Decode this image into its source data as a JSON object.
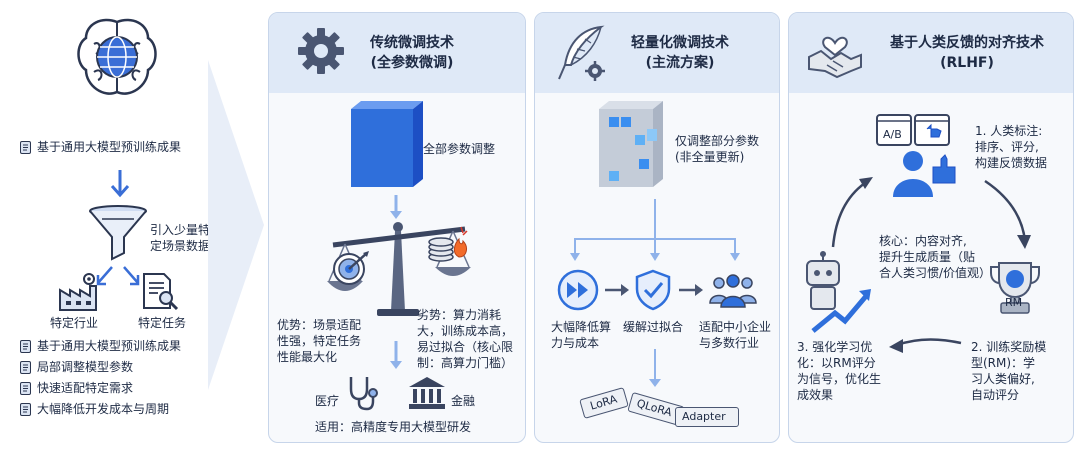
{
  "left": {
    "pretrain": "基于通用大模型预训练成果",
    "funnel_note": [
      "引入少量特",
      "定场景数据"
    ],
    "industry": "特定行业",
    "task": "特定任务",
    "bullets": [
      "基于通用大模型预训练成果",
      "局部调整模型参数",
      "快速适配特定需求",
      "大幅降低开发成本与周期"
    ]
  },
  "panel1": {
    "title": [
      "传统微调技术",
      "(全参数微调)"
    ],
    "cube_label": "全部参数调整",
    "adv": [
      "优势：场景适配",
      "性强，特定任务",
      "性能最大化"
    ],
    "dis": [
      "劣势：算力消耗",
      "大，训练成本高，",
      "易过拟合（核心限",
      "制：高算力门槛）"
    ],
    "medical": "医疗",
    "finance": "金融",
    "apply": "适用：高精度专用大模型研发"
  },
  "panel2": {
    "title": [
      "轻量化微调技术",
      "(主流方案)"
    ],
    "partial": [
      "仅调整部分参数",
      "(非全量更新)"
    ],
    "b1": [
      "大幅降低算",
      "力与成本"
    ],
    "b2": "缓解过拟合",
    "b3": [
      "适配中小企业",
      "与多数行业"
    ],
    "tags": [
      "LoRA",
      "QLoRA",
      "Adapter"
    ]
  },
  "panel3": {
    "title": [
      "基于人类反馈的对齐技术",
      "(RLHF)"
    ],
    "step1": [
      "1. 人类标注:",
      "排序、评分,",
      "构建反馈数据"
    ],
    "ab": "A/B",
    "core": [
      "核心：内容对齐,",
      "提升生成质量（贴",
      "合人类习惯/价值观）"
    ],
    "rm": "RM",
    "step2": [
      "2. 训练奖励模",
      "型(RM)：学",
      "习人类偏好,",
      "自动评分"
    ],
    "step3": [
      "3. 强化学习优",
      "化：以RM评分",
      "为信号，优化生",
      "成效果"
    ]
  },
  "colors": {
    "accent": "#2f6fdb",
    "panel_head": "#dfe9f7",
    "panel_bg": "#f7f9fc"
  }
}
